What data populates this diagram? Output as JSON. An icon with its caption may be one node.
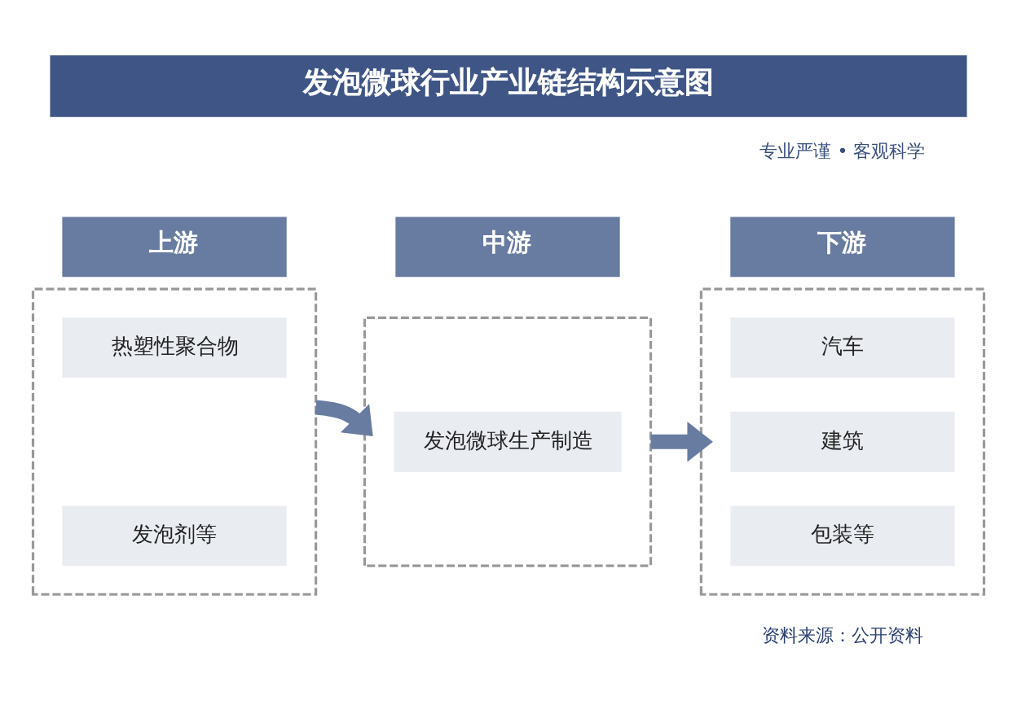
{
  "diagram": {
    "title": "发泡微球行业产业链结构示意图",
    "nodes": [
      {
        "text": [
          "上游"
        ]
      },
      {
        "text": [
          "中游"
        ]
      },
      {
        "text": [
          "下游"
        ]
      },
      {
        "text": [],
        "shape": "box"
      },
      {
        "text": [
          "热塑性聚合物"
        ],
        "in": 3
      },
      {
        "text": [
          "发泡剂等"
        ],
        "in": 3
      },
      {
        "text": [],
        "shape": "box"
      },
      {
        "text": [
          "发泡微球生产制造"
        ],
        "in": 6
      },
      {
        "text": [],
        "shape": "box"
      },
      {
        "text": [
          "汽车"
        ],
        "in": 8
      },
      {
        "text": [
          "建筑"
        ],
        "in": 8
      },
      {
        "text": [
          "包装等"
        ],
        "in": 8
      }
    ],
    "edges": [
      {
        "from": 3,
        "to": 6,
        "arrow": "to"
      },
      {
        "from": 6,
        "to": 8,
        "arrow": "to"
      }
    ],
    "labels": [
      "专业严谨 • 客观科学",
      "资料来源：公开资料"
    ]
  }
}
